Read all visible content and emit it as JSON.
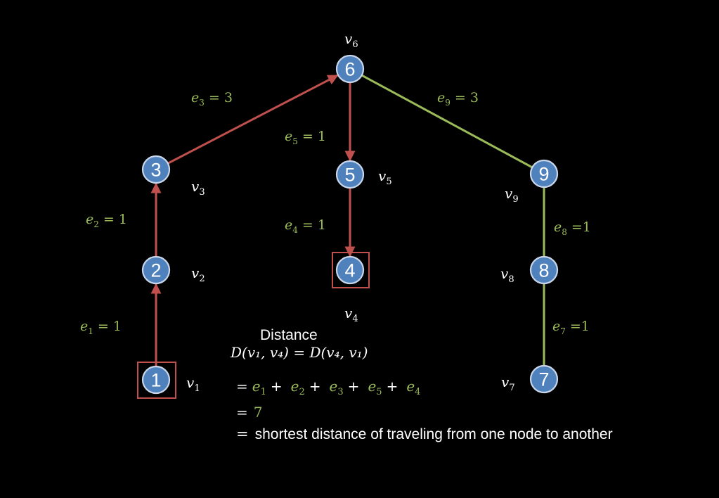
{
  "graph": {
    "nodes": [
      {
        "id": "1",
        "label": "1",
        "vertex": "v",
        "sub": "1"
      },
      {
        "id": "2",
        "label": "2",
        "vertex": "v",
        "sub": "2"
      },
      {
        "id": "3",
        "label": "3",
        "vertex": "v",
        "sub": "3"
      },
      {
        "id": "4",
        "label": "4",
        "vertex": "v",
        "sub": "4"
      },
      {
        "id": "5",
        "label": "5",
        "vertex": "v",
        "sub": "5"
      },
      {
        "id": "6",
        "label": "6",
        "vertex": "v",
        "sub": "6"
      },
      {
        "id": "7",
        "label": "7",
        "vertex": "v",
        "sub": "7"
      },
      {
        "id": "8",
        "label": "8",
        "vertex": "v",
        "sub": "8"
      },
      {
        "id": "9",
        "label": "9",
        "vertex": "v",
        "sub": "9"
      }
    ],
    "edges": [
      {
        "from": "1",
        "to": "2",
        "name": "e",
        "sub": "1",
        "text": "= 1",
        "color": "red",
        "directed": true
      },
      {
        "from": "2",
        "to": "3",
        "name": "e",
        "sub": "2",
        "text": "= 1",
        "color": "red",
        "directed": true
      },
      {
        "from": "3",
        "to": "6",
        "name": "e",
        "sub": "3",
        "text": "= 3",
        "color": "red",
        "directed": true
      },
      {
        "from": "6",
        "to": "5",
        "name": "e",
        "sub": "5",
        "text": "= 1",
        "color": "red",
        "directed": true
      },
      {
        "from": "5",
        "to": "4",
        "name": "e",
        "sub": "4",
        "text": "= 1",
        "color": "red",
        "directed": true
      },
      {
        "from": "6",
        "to": "9",
        "name": "e",
        "sub": "9",
        "text": "= 3",
        "color": "green",
        "directed": false
      },
      {
        "from": "9",
        "to": "8",
        "name": "e",
        "sub": "8",
        "text": "=1",
        "color": "green",
        "directed": false
      },
      {
        "from": "8",
        "to": "7",
        "name": "e",
        "sub": "7",
        "text": "=1",
        "color": "green",
        "directed": false
      }
    ],
    "highlighted_nodes": [
      "1",
      "4"
    ]
  },
  "colors": {
    "background": "#000000",
    "node_fill": "#4f81bd",
    "node_stroke": "#c9d6ea",
    "path_red": "#c0504d",
    "edge_green": "#9bbb59",
    "text_white": "#ffffff"
  },
  "formula": {
    "title": "Distance",
    "line1": "D(v₁, v₄) = D(v₄, v₁)",
    "line2_eq": "=",
    "line2_terms": [
      {
        "sym": "e",
        "sub": "1",
        "op": "+"
      },
      {
        "sym": "e",
        "sub": "2",
        "op": "+"
      },
      {
        "sym": "e",
        "sub": "3",
        "op": "+"
      },
      {
        "sym": "e",
        "sub": "5",
        "op": "+"
      },
      {
        "sym": "e",
        "sub": "4",
        "op": ""
      }
    ],
    "line3_eq": "=",
    "line3_value": "7",
    "line4_eq": "=",
    "line4_text": "shortest distance of traveling from one node to another"
  }
}
